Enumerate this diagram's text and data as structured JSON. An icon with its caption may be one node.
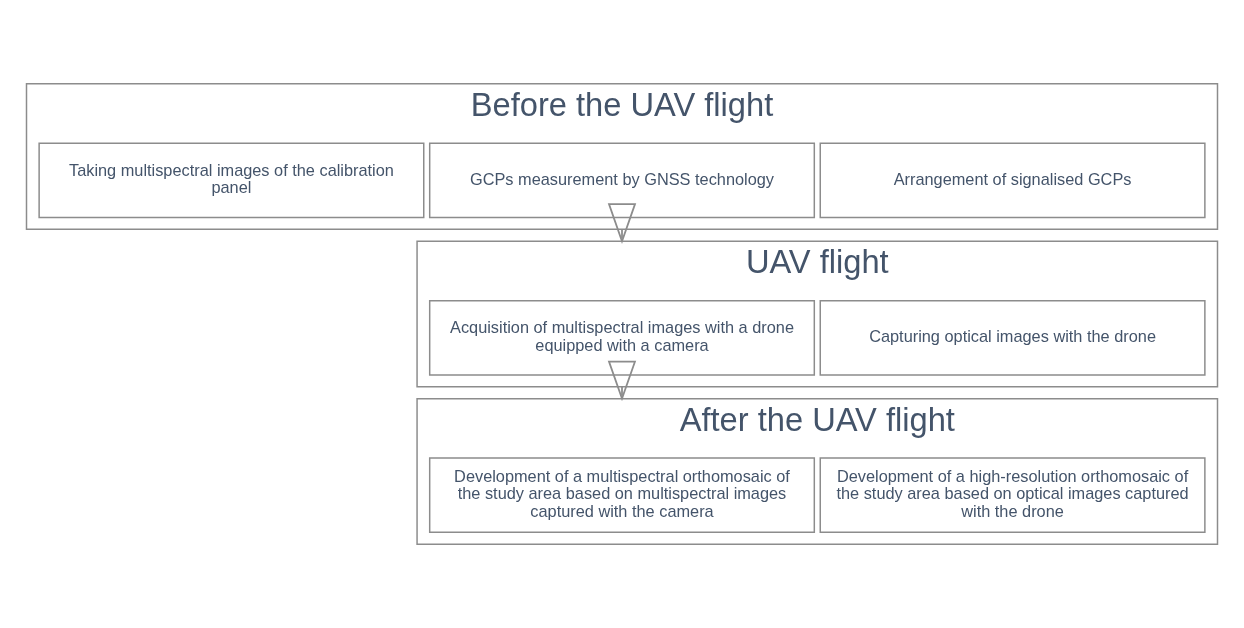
{
  "diagram": {
    "nodes": [
      {
        "text": [
          "Before the UAV flight"
        ]
      },
      {
        "text": [
          "Arrangement of signalised GCPs"
        ],
        "in": 0
      },
      {
        "text": [
          "GCPs measurement by GNSS technology"
        ],
        "in": 0
      },
      {
        "text": [
          "Taking multispectral images of the calibration panel"
        ],
        "in": 0
      },
      {
        "text": [
          "UAV flight"
        ]
      },
      {
        "text": [
          "Capturing optical images with the drone"
        ],
        "in": 4
      },
      {
        "text": [
          "Acquisition of multispectral images with a drone equipped with a camera"
        ],
        "in": 4
      },
      {
        "text": [
          "After the UAV flight"
        ]
      },
      {
        "text": [
          "Development of a high-resolution orthomosaic of the study area based on optical images captured with the drone"
        ],
        "in": 7
      },
      {
        "text": [
          "Development of a multispectral orthomosaic of the study area based on multispectral images captured with the camera"
        ],
        "in": 7
      }
    ],
    "edges": [
      {
        "from": 0,
        "to": 4,
        "arrow": "to"
      },
      {
        "from": 4,
        "to": 7,
        "arrow": "to"
      }
    ]
  }
}
